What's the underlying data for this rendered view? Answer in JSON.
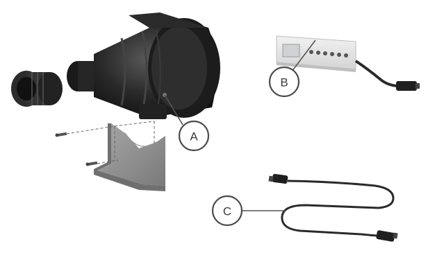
{
  "callouts": {
    "a": {
      "label": "A"
    },
    "b": {
      "label": "B"
    },
    "c": {
      "label": "C"
    }
  },
  "colors": {
    "blower_dark": "#1e1e1e",
    "blower_mid": "#3a3a3a",
    "bracket": "#8f8f8f",
    "panel": "#e6e6e6",
    "cable": "#2a2a2a",
    "callout_stroke": "#4a4a4a"
  }
}
